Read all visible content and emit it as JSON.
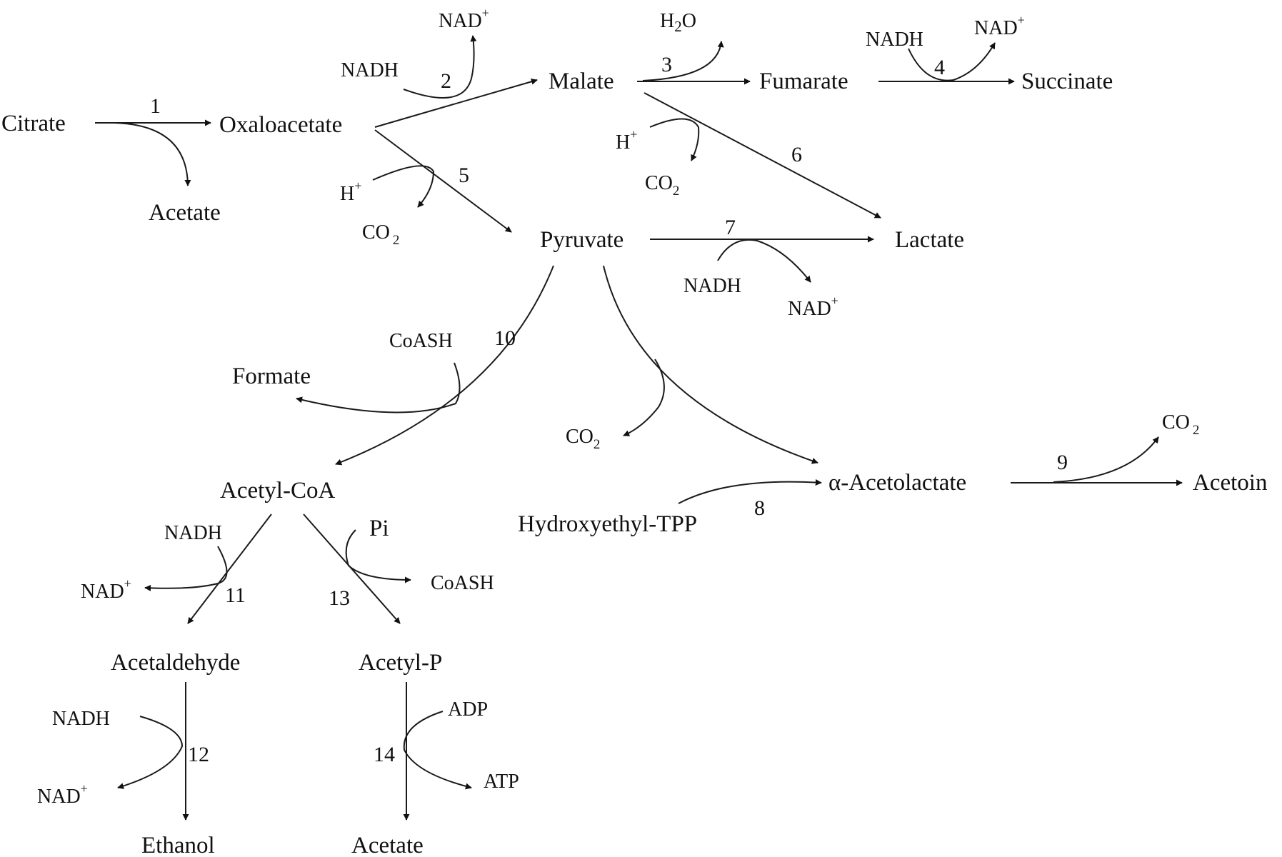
{
  "nodes": {
    "citrate": "Citrate",
    "oxaloacetate": "Oxaloacetate",
    "acetate_1": "Acetate",
    "malate": "Malate",
    "fumarate": "Fumarate",
    "succinate": "Succinate",
    "pyruvate": "Pyruvate",
    "lactate": "Lactate",
    "formate": "Formate",
    "acetyl_coa": "Acetyl-CoA",
    "acetolactate": "α-Acetolactate",
    "acetoin": "Acetoin",
    "hydroxyethyl_tpp": "Hydroxyethyl-TPP",
    "acetaldehyde": "Acetaldehyde",
    "acetyl_p": "Acetyl-P",
    "ethanol": "Ethanol",
    "acetate_2": "Acetate"
  },
  "cofactors": {
    "nadh": "NADH",
    "nad": "NAD",
    "plus": "+",
    "h": "H",
    "co": "CO",
    "two": "2",
    "h2o_h": "H",
    "h2o_o": "O",
    "coash": "CoASH",
    "pi": "Pi",
    "adp": "ADP",
    "atp": "ATP"
  },
  "steps": {
    "s1": "1",
    "s2": "2",
    "s3": "3",
    "s4": "4",
    "s5": "5",
    "s6": "6",
    "s7": "7",
    "s8": "8",
    "s9": "9",
    "s10": "10",
    "s11": "11",
    "s12": "12",
    "s13": "13",
    "s14": "14"
  }
}
